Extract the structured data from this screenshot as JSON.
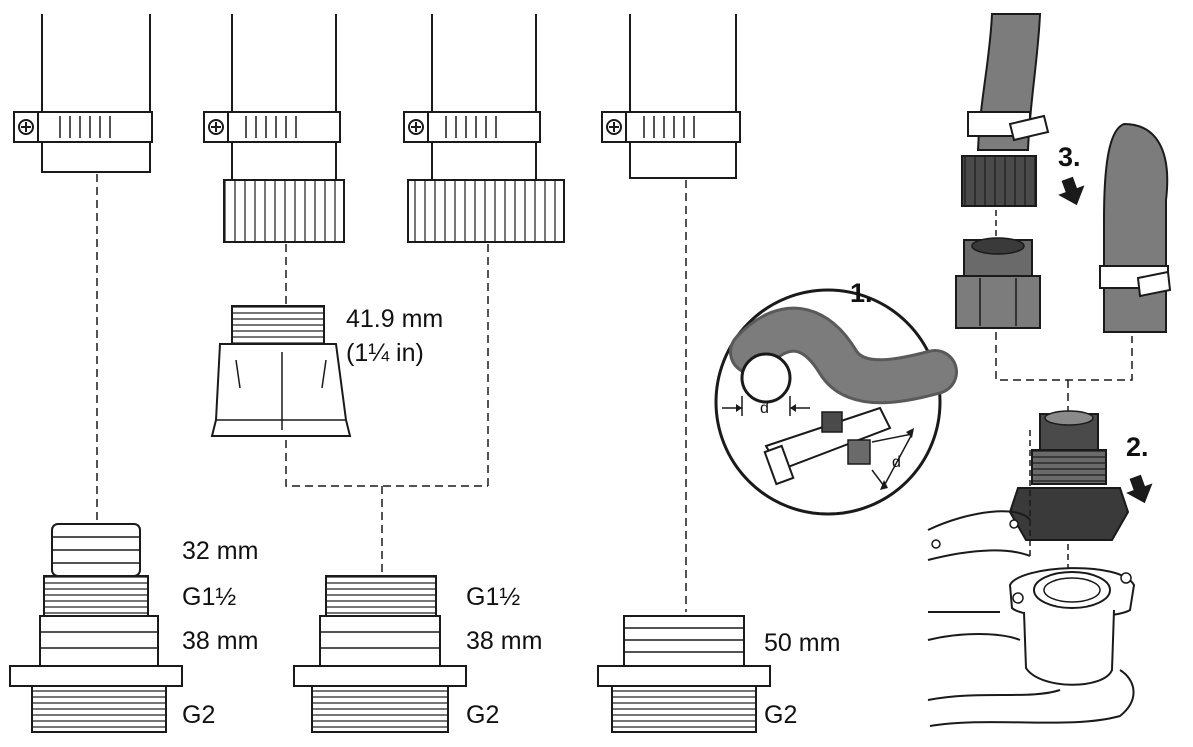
{
  "colors": {
    "line": "#1a1a1a",
    "hose": "#7c7c7c",
    "hose_dark": "#5a5a5a",
    "background": "#ffffff"
  },
  "labels": {
    "adapter_41": "41.9 mm",
    "adapter_41_in": "(1¼ in)",
    "c1_32": "32 mm",
    "c1_g1half": "G1½",
    "c1_38": "38 mm",
    "c1_g2": "G2",
    "c2_g1half": "G1½",
    "c2_38": "38 mm",
    "c2_g2": "G2",
    "c3_50": "50 mm",
    "c3_g2": "G2"
  },
  "steps": {
    "step1": "1.",
    "step2": "2.",
    "step3": "3."
  },
  "detail": {
    "d_top": "d",
    "d_side": "d"
  }
}
